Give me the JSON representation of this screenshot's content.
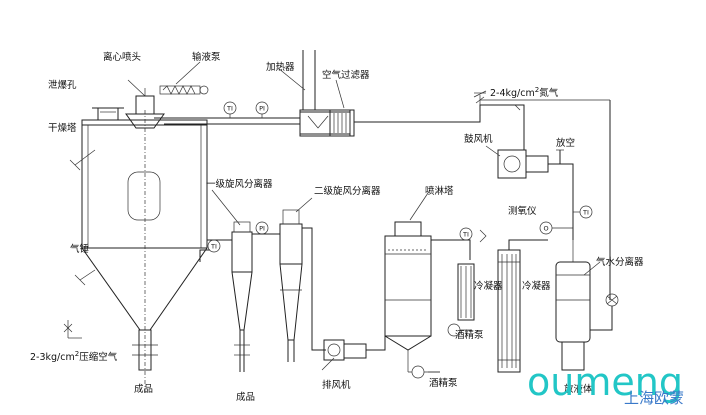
{
  "labels": {
    "centrifugal_nozzle": "离心喷头",
    "feed_pump": "输液泵",
    "heater": "加热器",
    "air_filter": "空气过滤器",
    "explosion_vent": "泄爆孔",
    "drying_tower": "干燥塔",
    "primary_cyclone": "一级旋风分离器",
    "secondary_cyclone": "二级旋风分离器",
    "spray_tower": "喷淋塔",
    "blower": "鼓风机",
    "vent": "放空",
    "oxygen_meter": "测氧仪",
    "gas_water_separator": "气水分离器",
    "air_hammer": "气锤",
    "compressed_air_main": "2-3kg/cm",
    "compressed_air_sup": "2",
    "compressed_air_tail": "压缩空气",
    "nitrogen_main": "2-4kg/cm",
    "nitrogen_sup": "2",
    "nitrogen_tail": "氮气",
    "product_1": "成品",
    "product_2": "成品",
    "exhaust_fan": "排风机",
    "condenser_1": "冷凝器",
    "condenser_2": "冷凝器",
    "alcohol_pump_1": "酒精泵",
    "alcohol_pump_2": "酒精泵",
    "drain": "放液体"
  },
  "instrument_tags": {
    "ti_1": "TI",
    "pi_1": "PI",
    "ti_2": "TI",
    "pi_2": "PI",
    "ti_3": "TI",
    "ti_4": "TI"
  },
  "watermark": {
    "brand": "oumeng",
    "company": "上海欧蒙"
  },
  "colors": {
    "line": "#222222",
    "watermark_brand": "#22c6c6",
    "watermark_company": "#3a79c9"
  }
}
